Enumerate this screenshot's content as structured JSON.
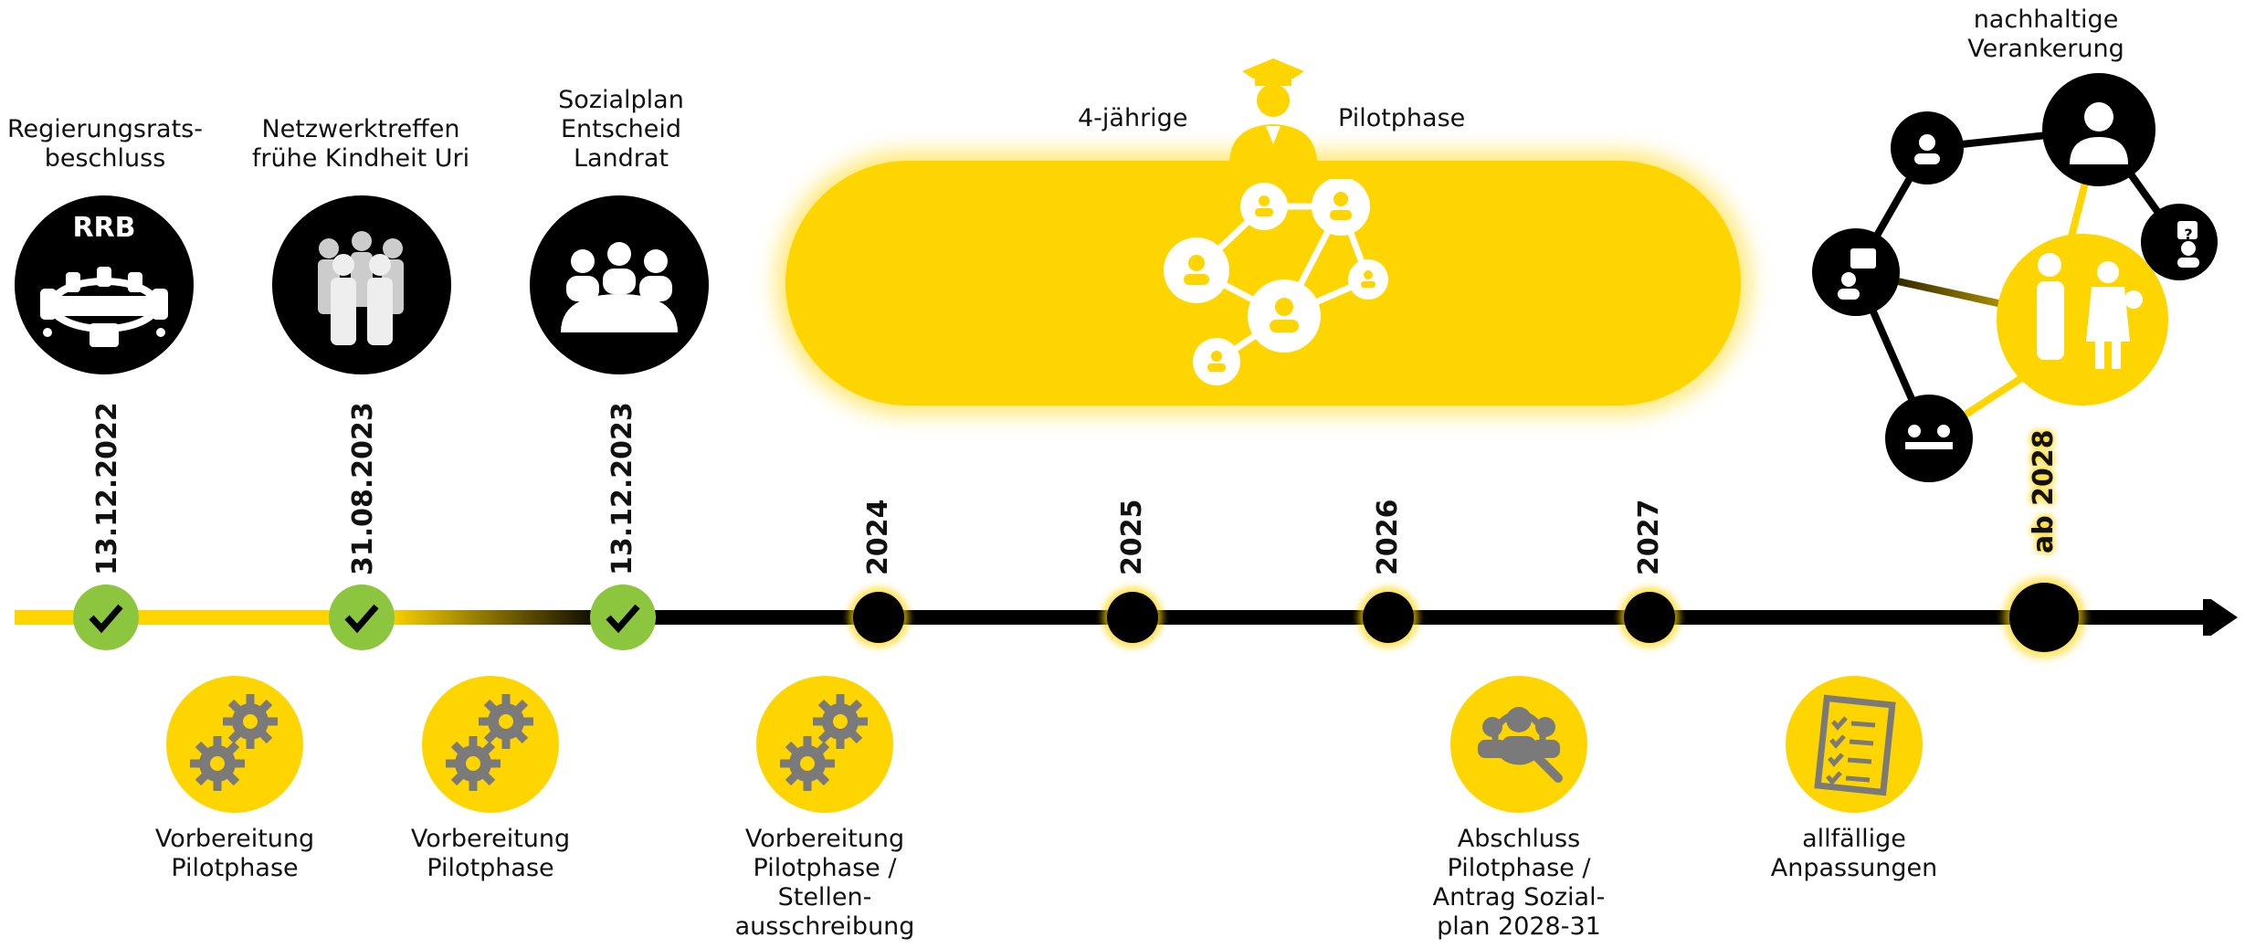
{
  "top_labels": {
    "rrb_caption": "Regierungsrats-\nbeschluss",
    "netzwerk_caption": "Netzwerktreffen\nfrühe Kindheit Uri",
    "sozialplan_caption": "Sozialplan\nEntscheid\nLandrat",
    "pilot_left": "4-jährige",
    "pilot_right": "Pilotphase",
    "nachhaltig_caption": "nachhaltige\nVerankerung"
  },
  "rrb_icon_text": "RRB",
  "milestones": [
    {
      "date": "13.12.2022",
      "status": "done"
    },
    {
      "date": "31.08.2023",
      "status": "done"
    },
    {
      "date": "13.12.2023",
      "status": "done"
    },
    {
      "date": "2024",
      "status": "upcoming"
    },
    {
      "date": "2025",
      "status": "upcoming"
    },
    {
      "date": "2026",
      "status": "upcoming"
    },
    {
      "date": "2027",
      "status": "upcoming"
    },
    {
      "date": "ab 2028",
      "status": "future"
    }
  ],
  "bottom_labels": {
    "vorb1": "Vorbereitung\nPilotphase",
    "vorb2": "Vorbereitung\nPilotphase",
    "vorb3": "Vorbereitung\nPilotphase /\nStellen-\nausschreibung",
    "abschluss": "Abschluss\nPilotphase /\nAntrag Sozial-\nplan 2028-31",
    "anpassungen": "allfällige\nAnpassungen"
  },
  "colors": {
    "yellow": "#ffd500",
    "black": "#000000",
    "green": "#8cc63f",
    "gear_gray": "#7a7a7a"
  }
}
